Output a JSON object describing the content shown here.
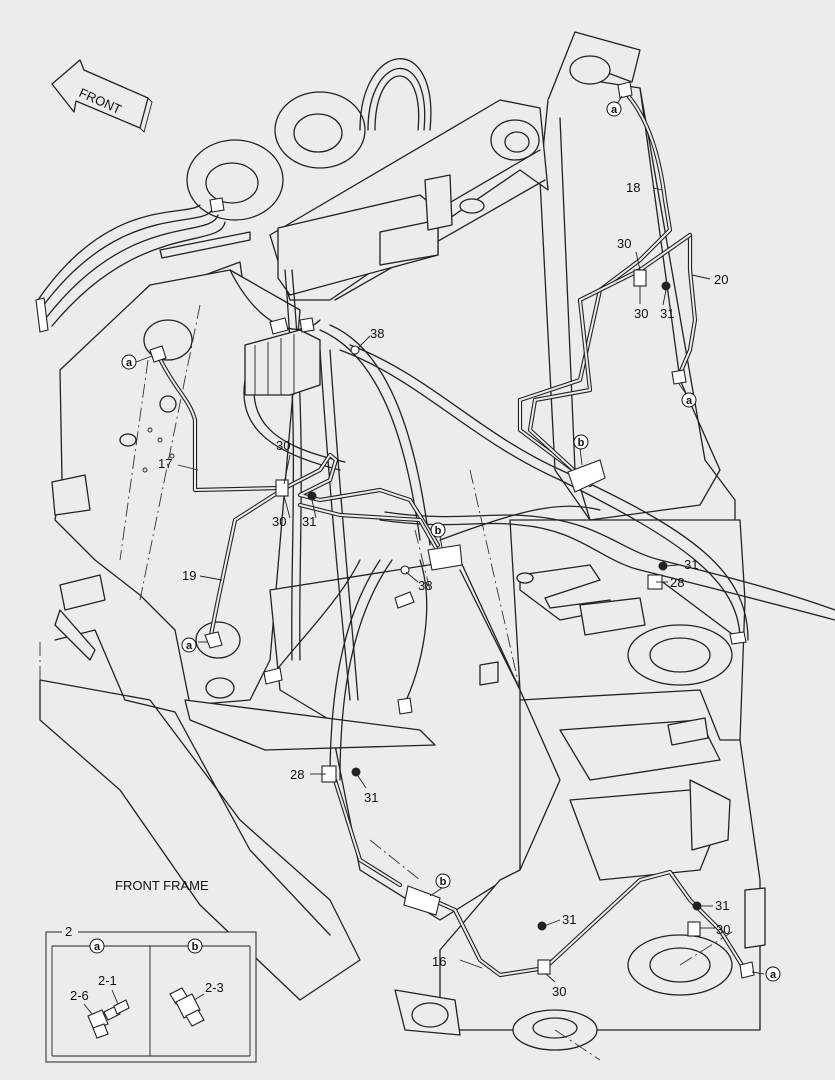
{
  "front_arrow": "FRONT",
  "frame_title": "FRONT FRAME",
  "parts": {
    "p16": "16",
    "p17": "17",
    "p18": "18",
    "p19": "19",
    "p20": "20",
    "p28a": "28",
    "p28b": "28",
    "p30a": "30",
    "p30b": "30",
    "p30c": "30",
    "p30d": "30",
    "p30e": "30",
    "p30f": "30",
    "p31a": "31",
    "p31b": "31",
    "p31c": "31",
    "p31d": "31",
    "p31e": "31",
    "p31f": "31",
    "p38a": "38",
    "p38b": "38"
  },
  "callouts": {
    "a": "a",
    "b": "b"
  },
  "inset": {
    "ref": "2",
    "col_a": "a",
    "col_b": "b",
    "items": {
      "i21": "2-1",
      "i26": "2-6",
      "i23": "2-3"
    }
  }
}
